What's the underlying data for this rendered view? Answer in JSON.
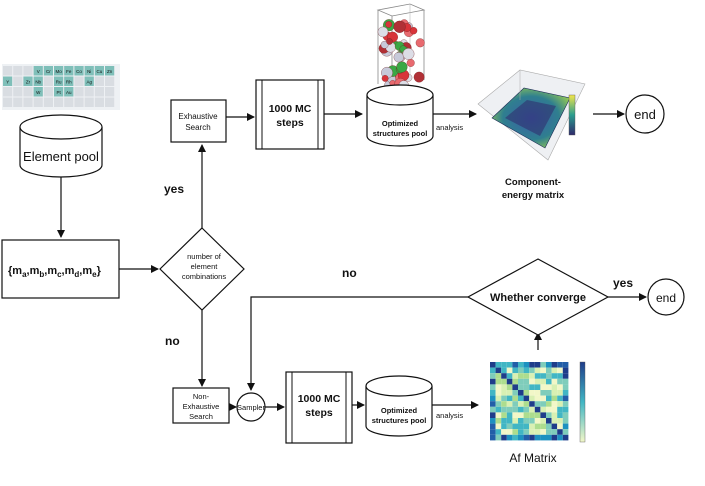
{
  "nodes": {
    "element_pool": "Element pool",
    "element_set": {
      "open": "{",
      "items": [
        {
          "base": "m",
          "sub": "a"
        },
        {
          "base": "m",
          "sub": "b"
        },
        {
          "base": "m",
          "sub": "c"
        },
        {
          "base": "m",
          "sub": "d"
        },
        {
          "base": "m",
          "sub": "e"
        }
      ],
      "sep": ",",
      "close": "}"
    },
    "decision_combos": [
      "number of",
      "element",
      "combinations"
    ],
    "exhaustive_search": [
      "Exhaustive",
      "Search"
    ],
    "mc_top": [
      "1000 MC",
      "steps"
    ],
    "pool_top": [
      "Optimized",
      "structures pool"
    ],
    "component_energy": [
      "Component-",
      "energy matrix"
    ],
    "end_top": "end",
    "non_exhaustive": [
      "Non-",
      "Exhaustive",
      "Search"
    ],
    "sampler": "Sampler",
    "mc_bottom": [
      "1000 MC",
      "steps"
    ],
    "pool_bottom": [
      "Optimized",
      "structures pool"
    ],
    "af_matrix": "Af Matrix",
    "converge": "Whether converge",
    "end_bottom": "end"
  },
  "edge_labels": {
    "yes_up": "yes",
    "no_down": "no",
    "no_loop": "no",
    "yes_right": "yes",
    "analysis_top": "analysis",
    "analysis_bottom": "analysis"
  },
  "periodic_table": {
    "row1": [
      "V",
      "Cr",
      "Mo",
      "Fe",
      "Co",
      "Ni",
      "Cu",
      "Zn"
    ],
    "row2": [
      "Y",
      "Zr",
      "Nb",
      "Ru",
      "Rh",
      "Ag"
    ],
    "row3": [
      "W",
      "Pt",
      "Au"
    ]
  },
  "colors": {
    "teal": "#7fbfb9",
    "grey_cell": "#d9dde2",
    "heat_dark": "#2f2a6b",
    "heat_yellow": "#f2e64a",
    "af_dark": "#1f3d8a",
    "af_light": "#f2f7c8"
  }
}
